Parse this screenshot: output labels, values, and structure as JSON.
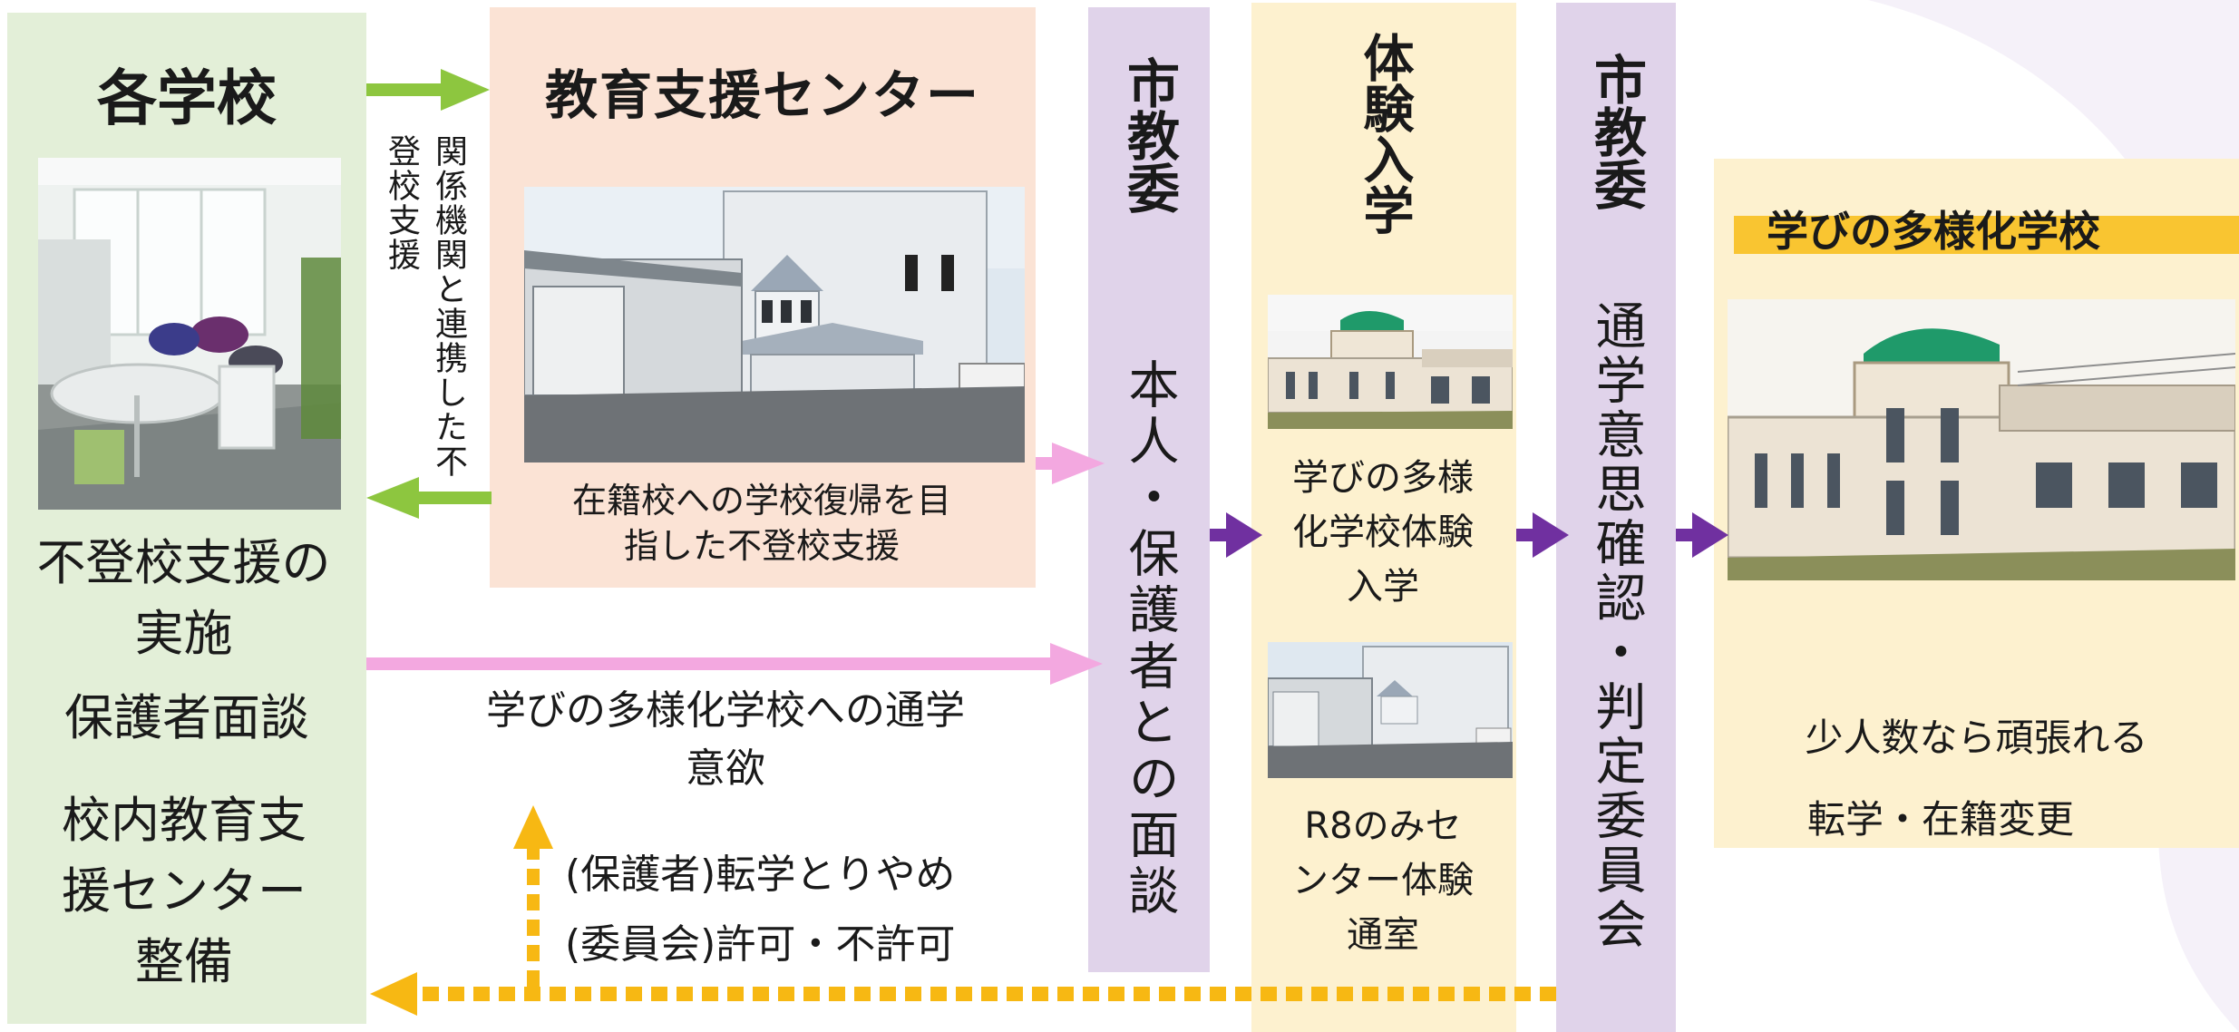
{
  "schools": {
    "title": "各学校",
    "items": [
      "不登校支援の実施",
      "保護者面談",
      "校内教育支援センター整備"
    ]
  },
  "center": {
    "title": "教育支援センター",
    "caption": "在籍校への学校復帰を目指した不登校支援"
  },
  "links": {
    "side_note": "関係機関と連携した不登校支援",
    "motivation": "学びの多様化学校への通学意欲",
    "parent_decision": "(保護者)転学とりやめ",
    "committee_decision": "(委員会)許可・不許可"
  },
  "board1": {
    "title": "市教委",
    "body": "本人・保護者との面談"
  },
  "trial": {
    "title": "体験入学",
    "caption1": "学びの多様化学校体験入学",
    "caption2": "R8のみセンター体験通室"
  },
  "board2": {
    "title": "市教委",
    "body": "通学意思確認・判定委員会"
  },
  "final": {
    "title": "学びの多様化学校",
    "line1": "少人数なら頑張れる",
    "line2": "転学・在籍変更"
  },
  "colors": {
    "schools_bg": "#e3efd8",
    "center_bg": "#fbe3d5",
    "board_bg": "#e0d3ea",
    "trial_bg": "#fdf1cf",
    "final_bg": "#fdf1cf",
    "green_arrow": "#8dc63f",
    "pink_arrow": "#f3a8e0",
    "purple_arrow": "#7030a0",
    "yellow_arrow": "#f7b813"
  }
}
